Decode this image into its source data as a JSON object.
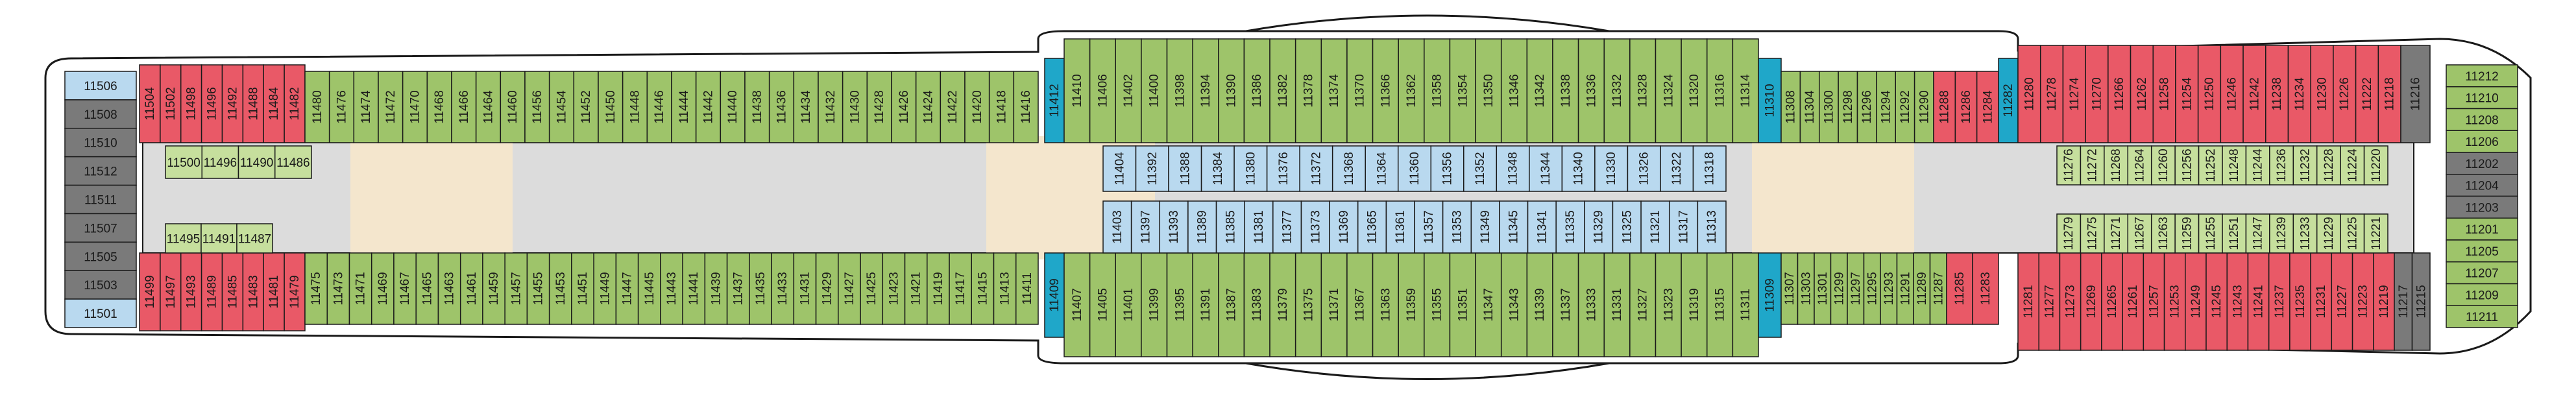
{
  "colors": {
    "interior": "#9ec46a",
    "ocean_view": "#c6df9d",
    "suite": "#e95967",
    "balcony": "#9ec46a",
    "mini_suite": "#b9d9ef",
    "stair": "#d9d9d9",
    "elevator_lobby": "#f4e6cd",
    "elevator": "#e9b5d9",
    "aqua_band": "#1fa7c9",
    "special_gold": "#c2b468",
    "dark_gray": "#7a7a7a",
    "outline": "#1a1a1a",
    "corridor": "#dcdcdc"
  },
  "rows": {
    "top_left_red": [
      "11504",
      "11502",
      "11498",
      "11496",
      "11492",
      "11488",
      "11484",
      "11482"
    ],
    "top_left_green": [
      "11480",
      "11476",
      "11474",
      "11472",
      "11470",
      "11468",
      "11466",
      "11464",
      "11460",
      "11456",
      "11454",
      "11452",
      "11450",
      "11448",
      "11446",
      "11444",
      "11442",
      "11440",
      "11438",
      "11436",
      "11434",
      "11432",
      "11430",
      "11428",
      "11426",
      "11424",
      "11422",
      "11420",
      "11418",
      "11416"
    ],
    "top_mid_aqua": [
      "11412"
    ],
    "top_mid": [
      "11410",
      "11406",
      "11402",
      "11400",
      "11398",
      "11394",
      "11390",
      "11386",
      "11382",
      "11378",
      "11374",
      "11370",
      "11366",
      "11362",
      "11358",
      "11354",
      "11350",
      "11346",
      "11342",
      "11338",
      "11336",
      "11332",
      "11328",
      "11324",
      "11320",
      "11316",
      "11314"
    ],
    "top_mid_aqua2": [
      "11310"
    ],
    "top_right_green": [
      "11308",
      "11304",
      "11300",
      "11298",
      "11296",
      "11294",
      "11292",
      "11290"
    ],
    "top_right_red": [
      "11288",
      "11286",
      "11284"
    ],
    "top_right_aqua": [
      "11282"
    ],
    "top_aft_red": [
      "11280",
      "11278",
      "11274",
      "11270",
      "11266",
      "11262",
      "11258",
      "11254",
      "11250",
      "11246",
      "11242",
      "11238",
      "11234",
      "11230",
      "11226",
      "11222",
      "11218"
    ],
    "top_aft_gray": [
      "11216"
    ],
    "bottom_left_red": [
      "11499",
      "11497",
      "11493",
      "11489",
      "11485",
      "11483",
      "11481",
      "11479"
    ],
    "bottom_left_green": [
      "11475",
      "11473",
      "11471",
      "11469",
      "11467",
      "11465",
      "11463",
      "11461",
      "11459",
      "11457",
      "11455",
      "11453",
      "11451",
      "11449",
      "11447",
      "11445",
      "11443",
      "11441",
      "11439",
      "11437",
      "11435",
      "11433",
      "11431",
      "11429",
      "11427",
      "11425",
      "11423",
      "11421",
      "11419",
      "11417",
      "11415",
      "11413",
      "11411"
    ],
    "bottom_mid_aqua": [
      "11409"
    ],
    "bottom_mid": [
      "11407",
      "11405",
      "11401",
      "11399",
      "11395",
      "11391",
      "11387",
      "11383",
      "11379",
      "11375",
      "11371",
      "11367",
      "11363",
      "11359",
      "11355",
      "11351",
      "11347",
      "11343",
      "11339",
      "11337",
      "11333",
      "11331",
      "11327",
      "11323",
      "11319",
      "11315",
      "11311"
    ],
    "bottom_mid_aqua2": [
      "11309"
    ],
    "bottom_right_green": [
      "11307",
      "11303",
      "11301",
      "11299",
      "11297",
      "11295",
      "11293",
      "11291",
      "11289",
      "11287"
    ],
    "bottom_right_red": [
      "11285",
      "11283"
    ],
    "bottom_aft_red": [
      "11281",
      "11277",
      "11273",
      "11269",
      "11265",
      "11261",
      "11257",
      "11253",
      "11249",
      "11245",
      "11243",
      "11241",
      "11237",
      "11235",
      "11231",
      "11227",
      "11223",
      "11219"
    ],
    "bottom_aft_gray": [
      "11217",
      "11215"
    ],
    "stern_left_top": [
      "11506",
      "11508",
      "11510",
      "11512",
      "11511",
      "11507",
      "11505",
      "11503",
      "11501"
    ],
    "inner_left_top": [
      "11500",
      "11496",
      "11490",
      "11486"
    ],
    "inner_left_bottom": [
      "11495",
      "11491",
      "11487"
    ],
    "mid_upper_blue": [
      "11404",
      "11392",
      "11388",
      "11384",
      "11380",
      "11376",
      "11372",
      "11368",
      "11364",
      "11360",
      "11356",
      "11352",
      "11348",
      "11344",
      "11340",
      "11330",
      "11326",
      "11322",
      "11318"
    ],
    "mid_lower_blue": [
      "11403",
      "11397",
      "11393",
      "11389",
      "11385",
      "11381",
      "11377",
      "11373",
      "11369",
      "11365",
      "11361",
      "11357",
      "11353",
      "11349",
      "11345",
      "11341",
      "11335",
      "11329",
      "11325",
      "11321",
      "11317",
      "11313"
    ],
    "aft_inner_top": [
      "11276",
      "11272",
      "11268",
      "11264",
      "11260",
      "11256",
      "11252",
      "11248",
      "11244",
      "11236",
      "11232",
      "11228",
      "11224",
      "11220"
    ],
    "aft_inner_bottom": [
      "11279",
      "11275",
      "11271",
      "11267",
      "11263",
      "11259",
      "11255",
      "11251",
      "11247",
      "11239",
      "11233",
      "11229",
      "11225",
      "11221"
    ],
    "bow_right": [
      "11212",
      "11210",
      "11208",
      "11206",
      "11202",
      "11204",
      "11203",
      "11201",
      "11205",
      "11207",
      "11209",
      "11211"
    ]
  }
}
